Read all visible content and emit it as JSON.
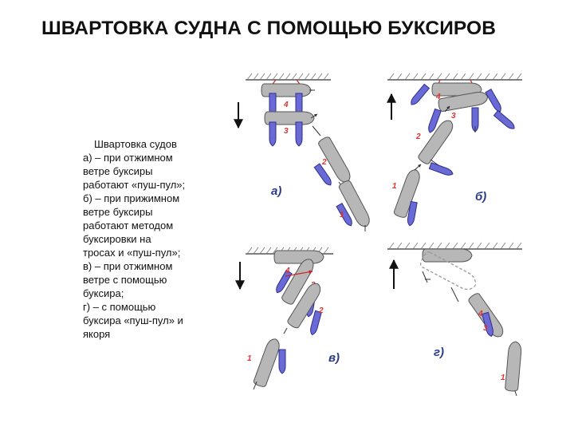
{
  "title": "ШВАРТОВКА СУДНА С ПОМОЩЬЮ БУКСИРОВ",
  "caption": [
    "Швартовка судов",
    "а) – при отжимном",
    "ветре буксиры",
    "работают «пуш-пул»;",
    "б) – при прижимном",
    "ветре  буксиры",
    "работают методом",
    "буксировки на",
    "тросах и «пуш-пул»;",
    "в) – при отжимном",
    "ветре с помощью",
    "буксира;",
    "г) – с помощью",
    "буксира «пуш-пул» и",
    "якоря"
  ],
  "panels": {
    "a": {
      "label": "а)",
      "numbers": [
        "4",
        "3",
        "2",
        "1"
      ]
    },
    "b": {
      "label": "б)",
      "numbers": [
        "4",
        "3",
        "2",
        "1"
      ]
    },
    "v": {
      "label": "в)",
      "numbers": [
        "4",
        "3",
        "2",
        "1"
      ]
    },
    "g": {
      "label": "г)",
      "numbers": [
        "4",
        "3",
        "1"
      ]
    }
  },
  "colors": {
    "ship": "#b7b7b7",
    "tug": "#6a6ad6",
    "label": "#2a3c8a",
    "number": "#e03030"
  }
}
